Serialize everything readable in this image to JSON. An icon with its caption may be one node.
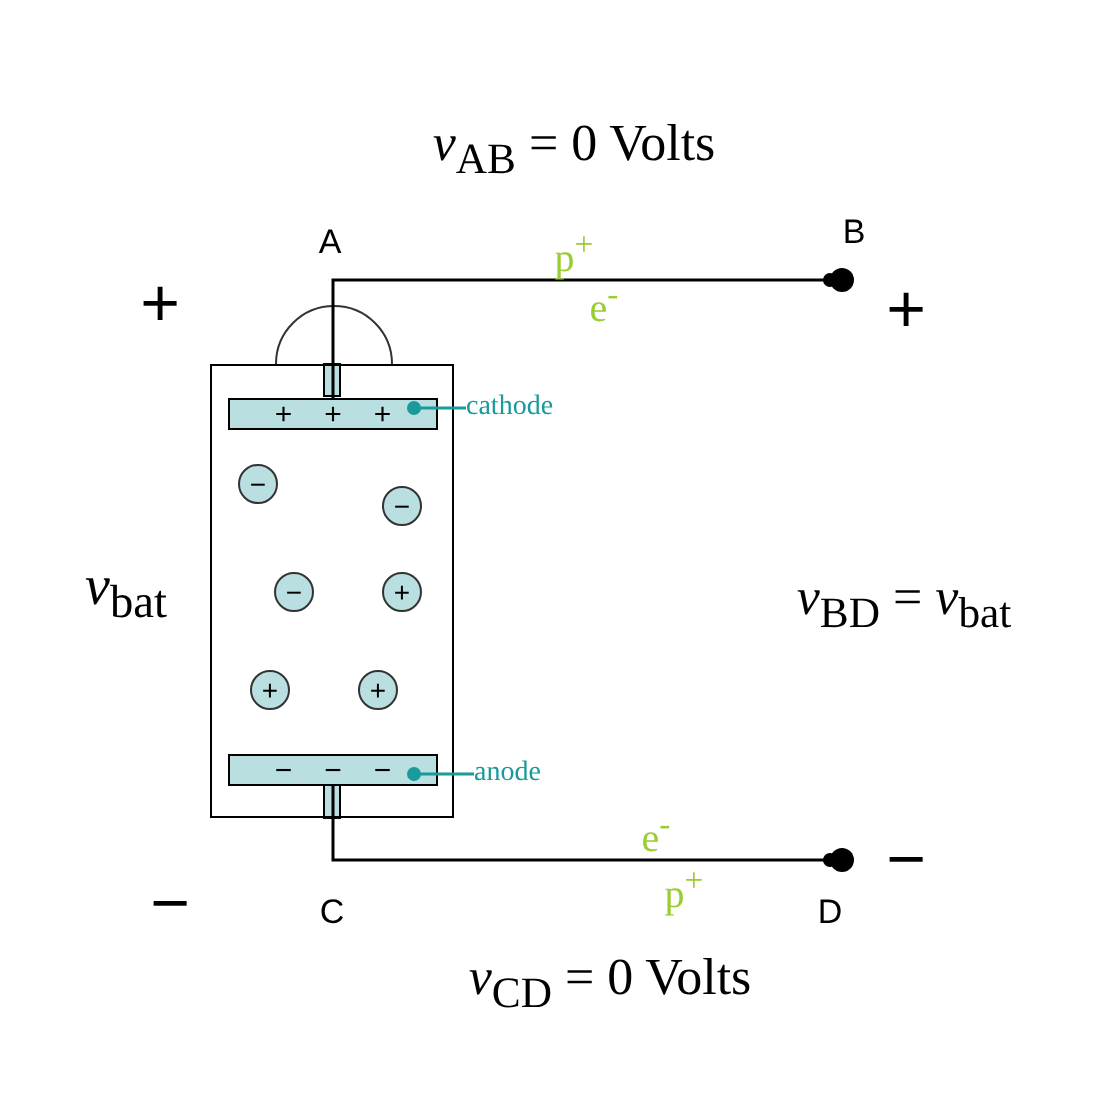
{
  "diagram": {
    "nodes": [
      {
        "text": [],
        "shape": "box"
      },
      {
        "text": [
          "+",
          "+",
          "+"
        ],
        "in": 0
      },
      {
        "text": [
          "cathode"
        ]
      },
      {
        "text": [
          "−"
        ],
        "in": 0
      },
      {
        "text": [
          "−"
        ],
        "in": 0
      },
      {
        "text": [
          "−"
        ],
        "in": 0
      },
      {
        "text": [
          "+"
        ],
        "in": 0
      },
      {
        "text": [
          "+"
        ],
        "in": 0
      },
      {
        "text": [
          "+"
        ],
        "in": 0
      },
      {
        "text": [
          "−",
          "−",
          "−"
        ],
        "in": 0
      },
      {
        "text": [
          "anode"
        ]
      },
      {
        "text": [],
        "shape": "circle",
        "beside": [
          "B"
        ]
      },
      {
        "text": [],
        "shape": "circle",
        "beside": [
          "D"
        ]
      }
    ],
    "edges": [
      {
        "from": 2,
        "to": 1,
        "arrow": "other",
        "color": "#1a9a9a"
      },
      {
        "from": 10,
        "to": 9,
        "arrow": "other",
        "color": "#1a9a9a"
      },
      {
        "from": 1,
        "to": 11,
        "arrow": "other",
        "color": "#000000"
      },
      {
        "from": 9,
        "to": 12,
        "arrow": "other",
        "color": "#000000"
      }
    ],
    "labels": [
      "*v*$_{AB}$ = 0 Volts",
      "A",
      "p$^{+}$",
      "+",
      "e$^{-}$",
      "+",
      "*v*$_{bat}$",
      "*v*$_{BD}$ = *v*$_{bat}$",
      "e$^{-}$",
      "p$^{+}$",
      "−",
      "−",
      "C",
      "*v*$_{CD}$ = 0 Volts"
    ]
  }
}
